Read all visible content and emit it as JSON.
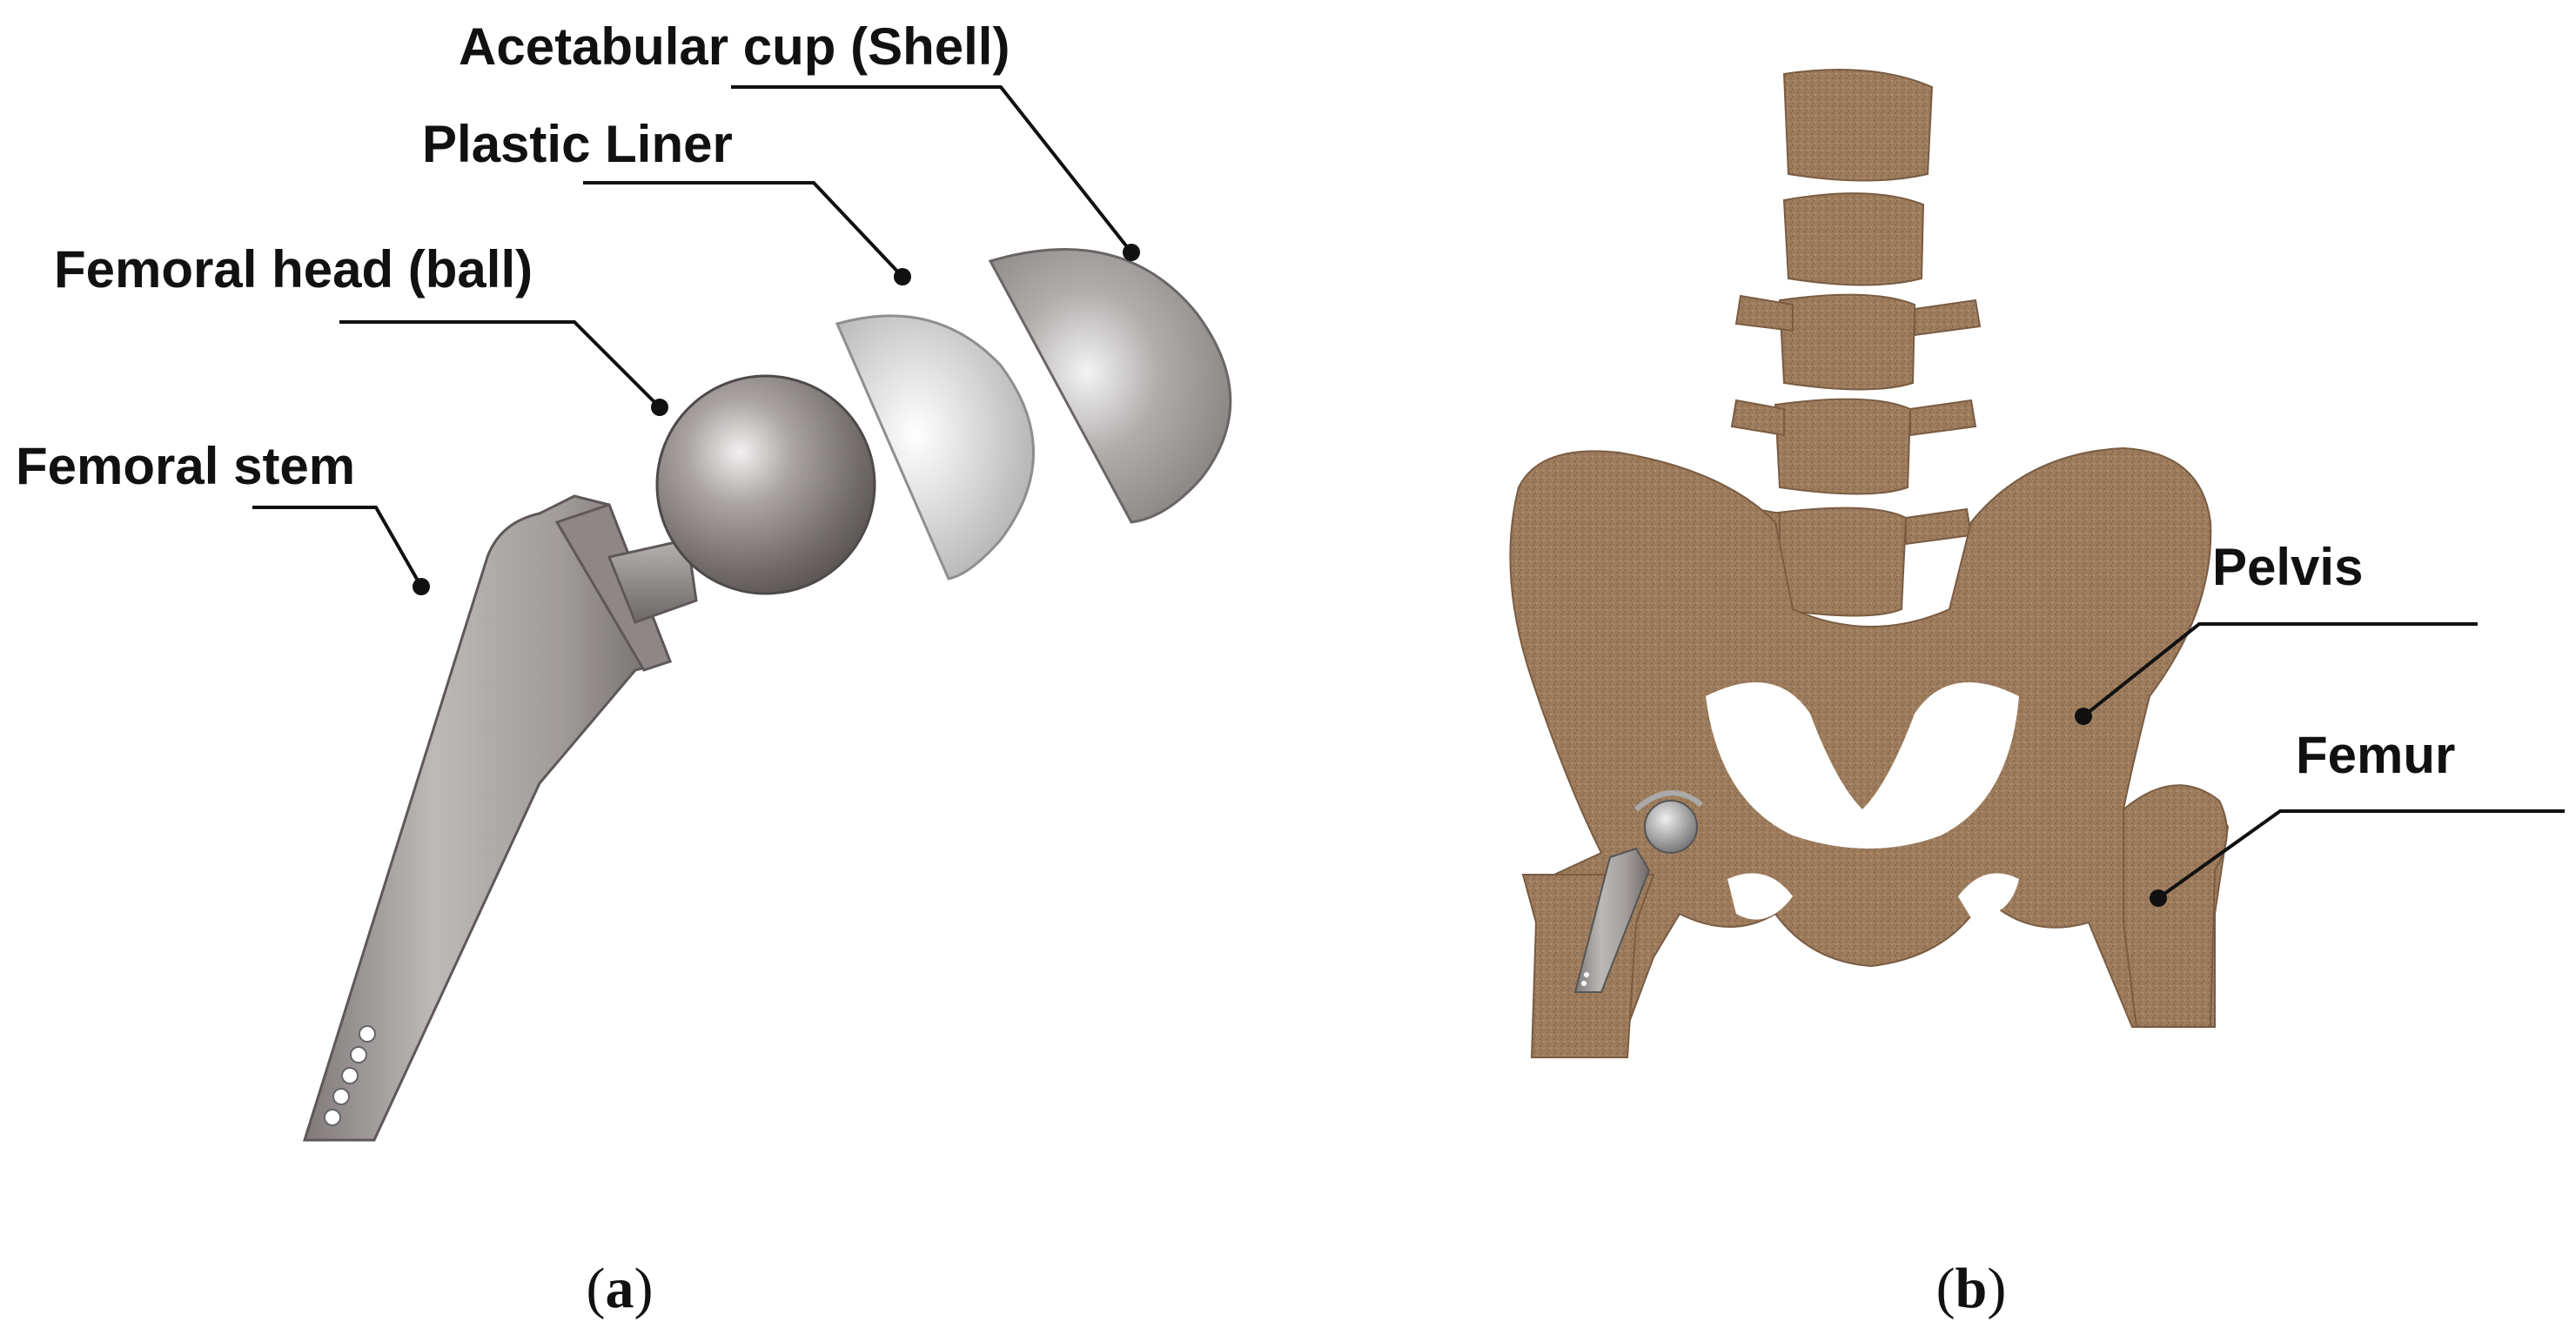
{
  "panel_a": {
    "labels": {
      "acetabular_cup": "Acetabular cup (Shell)",
      "plastic_liner": "Plastic Liner",
      "femoral_head": "Femoral head (ball)",
      "femoral_stem": "Femoral stem"
    },
    "caption_open": "(",
    "caption_letter": "a",
    "caption_close": ")"
  },
  "panel_b": {
    "labels": {
      "pelvis": "Pelvis",
      "femur": "Femur"
    },
    "caption_open": "(",
    "caption_letter": "b",
    "caption_close": ")"
  },
  "colors": {
    "bone": "#9a7a5c",
    "metal_dark": "#7d7877",
    "metal_light": "#d8d8d8",
    "stem": "#a8a3a2",
    "leader_line": "#111111"
  }
}
